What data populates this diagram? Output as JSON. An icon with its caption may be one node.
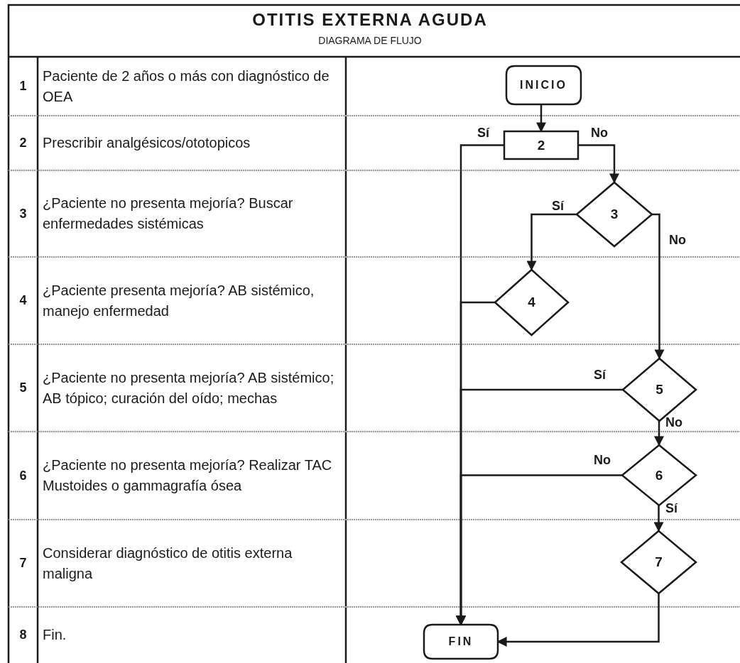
{
  "diagram": {
    "title": "OTITIS EXTERNA AGUDA",
    "nodes": [
      {
        "text": [
          "INICIO"
        ]
      },
      {
        "text": [
          "2"
        ]
      },
      {
        "text": [
          "3"
        ]
      },
      {
        "text": [
          "4"
        ]
      },
      {
        "text": [
          "5"
        ]
      },
      {
        "text": [
          "6"
        ]
      },
      {
        "text": [
          "7"
        ]
      },
      {
        "text": [
          "FIN"
        ]
      }
    ],
    "edges": [
      {
        "from": 0,
        "to": 1,
        "arrow": "to"
      },
      {
        "from": 1,
        "to": 7,
        "arrow": "to",
        "label": "Sí"
      },
      {
        "from": 1,
        "to": 2,
        "arrow": "to",
        "label": "No"
      },
      {
        "from": 2,
        "to": 3,
        "arrow": "to",
        "label": "Sí"
      },
      {
        "from": 2,
        "to": 4,
        "arrow": "to",
        "label": "No"
      },
      {
        "from": 3,
        "to": 7,
        "arrow": "to"
      },
      {
        "from": 4,
        "to": 7,
        "arrow": "to",
        "label": "Sí"
      },
      {
        "from": 4,
        "to": 5,
        "arrow": "to",
        "label": "No"
      },
      {
        "from": 5,
        "to": 7,
        "arrow": "to",
        "label": "No"
      },
      {
        "from": 5,
        "to": 6,
        "arrow": "to",
        "label": "Sí"
      },
      {
        "from": 6,
        "to": 7,
        "arrow": "to"
      }
    ],
    "labels": [
      "DIAGRAMA DE FLUJO",
      "1",
      "Paciente de 2 años o más con diagnóstico de OEA",
      "2",
      "Prescribir analgésicos/ototopicos",
      "3",
      "¿Paciente no presenta mejoría? Buscar enfermedades sistémicas",
      "4",
      "¿Paciente presenta mejoría? AB sistémico, manejo enfermedad",
      "5",
      "¿Paciente no presenta mejoría? AB sistémico; AB tópico; curación del oído; mechas",
      "6",
      "¿Paciente no presenta mejoría? Realizar TAC Mustoides o gammagrafía ósea",
      "7",
      "Considerar diagnóstico de otitis externa maligna",
      "8",
      "Fin."
    ]
  }
}
